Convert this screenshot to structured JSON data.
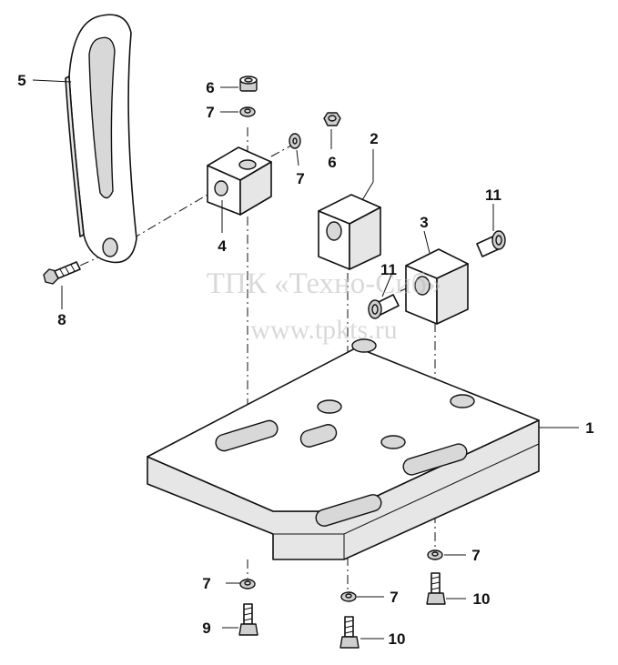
{
  "watermark": {
    "line1": "ТПК «Техно-Сиб»",
    "line2": "www.tpkts.ru"
  },
  "callouts": {
    "c1": "1",
    "c2": "2",
    "c3": "3",
    "c4": "4",
    "c5": "5",
    "c6a": "6",
    "c6b": "6",
    "c7a": "7",
    "c7b": "7",
    "c7c": "7",
    "c7d": "7",
    "c7e": "7",
    "c8": "8",
    "c9": "9",
    "c10a": "10",
    "c10b": "10",
    "c11a": "11",
    "c11b": "11"
  }
}
